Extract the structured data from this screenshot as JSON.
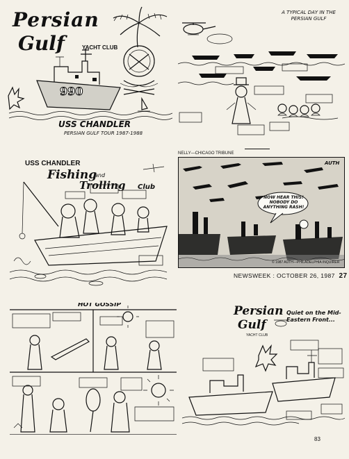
{
  "panel1": {
    "title_line1": "Persian",
    "title_line2": "Gulf",
    "club": "YACHT CLUB",
    "hull_number": "990",
    "ship_name": "USS CHANDLER",
    "tour": "PERSIAN GULF TOUR  1987-1988"
  },
  "panel2": {
    "caption": "A TYPICAL DAY IN THE PERSIAN GULF"
  },
  "panel3": {
    "ship_name": "USS CHANDLER",
    "title_a": "Fishing",
    "title_and": "and",
    "title_b": "Trolling",
    "title_c": "Club"
  },
  "panel4": {
    "attribution_top": "NELLY—CHICAGO TRIBUNE",
    "author_sig": "AUTH",
    "balloon": "NOW HEAR THIS! NOBODY DO ANYTHING RASH!",
    "copyright": "© 1987 AUTH—PHILADELPHIA INQUIRER",
    "magazine": "NEWSWEEK : OCTOBER 26, 1987",
    "page_in_magazine": "27"
  },
  "panel5": {
    "title": "HOT GOSSIP"
  },
  "panel6": {
    "title_line1": "Persian",
    "title_line2": "Gulf",
    "subtitle": "Quiet on the Mid-Eastern Front...",
    "club": "YACHT CLUB"
  },
  "footer": {
    "page_number": "83"
  }
}
